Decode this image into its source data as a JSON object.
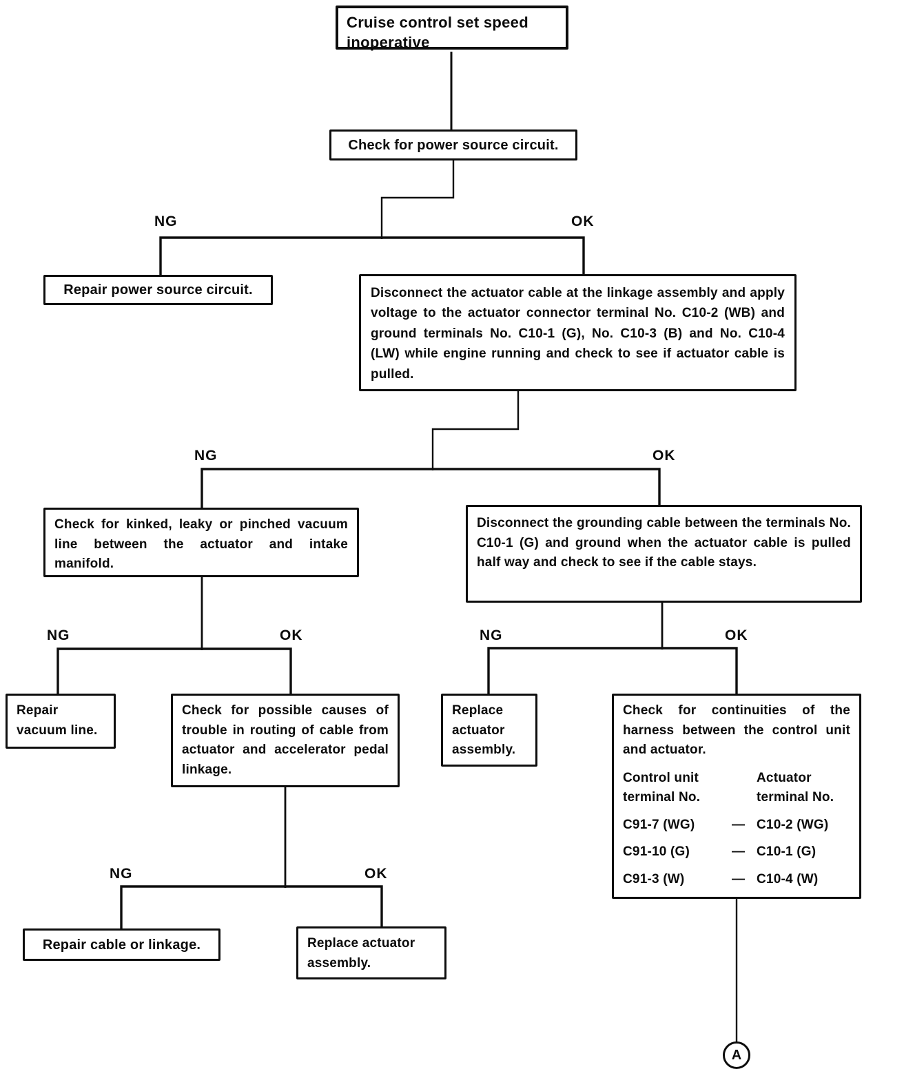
{
  "diagram": {
    "labels": {
      "ng": "NG",
      "ok": "OK"
    },
    "nodes": {
      "start": "Cruise control set speed inoperative",
      "check_power": "Check for power source circuit.",
      "repair_power": "Repair power source circuit.",
      "apply_voltage": "Disconnect the actuator cable at the linkage assembly and apply voltage to the actuator connector terminal No. C10-2 (WB) and ground terminals No. C10-1 (G), No. C10-3 (B) and No. C10-4 (LW) while engine running and check to see if actuator cable is pulled.",
      "check_vacuum": "Check for kinked, leaky or pinched vacuum line between the actuator and intake manifold.",
      "disconnect_ground": "Disconnect the grounding cable between the terminals No. C10-1 (G) and ground when the actuator cable is pulled half way and check to see if the cable stays.",
      "repair_vacuum": "Repair vacuum line.",
      "check_routing": "Check for possible causes of trouble in routing of cable from actuator and accelerator pedal linkage.",
      "replace_actuator": "Replace actuator assembly.",
      "check_continuity": {
        "heading": "Check for continuities of the harness between the control unit and actuator.",
        "table": {
          "col1_header": "Control unit terminal No.",
          "col2_header": "Actuator terminal No.",
          "rows": [
            {
              "left": "C91-7 (WG)",
              "dash": "—",
              "right": "C10-2 (WG)"
            },
            {
              "left": "C91-10 (G)",
              "dash": "—",
              "right": "C10-1 (G)"
            },
            {
              "left": "C91-3 (W)",
              "dash": "—",
              "right": "C10-4 (W)"
            }
          ]
        }
      },
      "repair_cable": "Repair cable or linkage.",
      "replace_actuator_2": "Replace actuator assembly.",
      "connector_a": "A"
    }
  }
}
